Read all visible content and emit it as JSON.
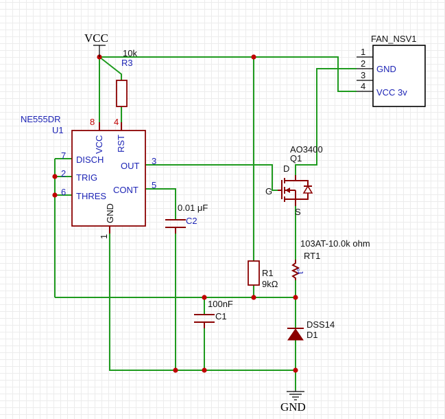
{
  "power": {
    "vcc": "VCC",
    "gnd": "GND"
  },
  "u1": {
    "part": "NE555DR",
    "ref": "U1",
    "pins": {
      "vcc": {
        "num": "8",
        "name": "VCC"
      },
      "rst": {
        "num": "4",
        "name": "RST"
      },
      "disch": {
        "num": "7",
        "name": "DISCH"
      },
      "trig": {
        "num": "2",
        "name": "TRIG"
      },
      "thres": {
        "num": "6",
        "name": "THRES"
      },
      "gnd": {
        "num": "1",
        "name": "GND"
      },
      "out": {
        "num": "3",
        "name": "OUT"
      },
      "cont": {
        "num": "5",
        "name": "CONT"
      }
    }
  },
  "r3": {
    "value": "10k",
    "ref": "R3"
  },
  "r1": {
    "value": "9kΩ",
    "ref": "R1"
  },
  "c2": {
    "value": "0.01 μF",
    "ref": "C2"
  },
  "c1": {
    "value": "100nF",
    "ref": "C1"
  },
  "q1": {
    "part": "AO3400",
    "ref": "Q1",
    "d": "D",
    "g": "G",
    "s": "S"
  },
  "rt1": {
    "value": "103AT-10.0k ohm",
    "ref": "RT1",
    "symbol": "t°"
  },
  "d1": {
    "part": "DSS14",
    "ref": "D1"
  },
  "fan": {
    "name": "FAN_NSV1",
    "pins": [
      {
        "num": "1",
        "label": ""
      },
      {
        "num": "2",
        "label": "GND"
      },
      {
        "num": "3",
        "label": ""
      },
      {
        "num": "4",
        "label": "VCC 3v"
      }
    ]
  },
  "colors": {
    "wire": "#1e9a1e",
    "component": "#8b0000",
    "junction": "#c00000",
    "label": "#1d24b5"
  }
}
